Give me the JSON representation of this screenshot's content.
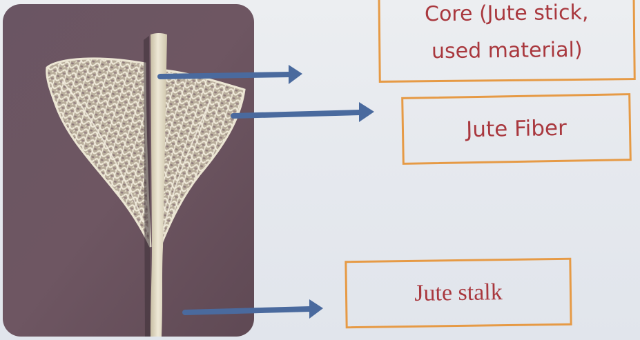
{
  "labels": {
    "core": {
      "line1": "Core (Jute stick,",
      "line2": "used material)"
    },
    "fiber": "Jute Fiber",
    "stalk": "Jute stalk"
  },
  "colors": {
    "label_text": "#a9383e",
    "box_border": "#e69a45",
    "arrow": "#4a6a9e",
    "background": "#e6e9ee",
    "photo_background": "#6b5360",
    "fiber": "#e8e2d0",
    "stick": "#e3dcc4"
  }
}
